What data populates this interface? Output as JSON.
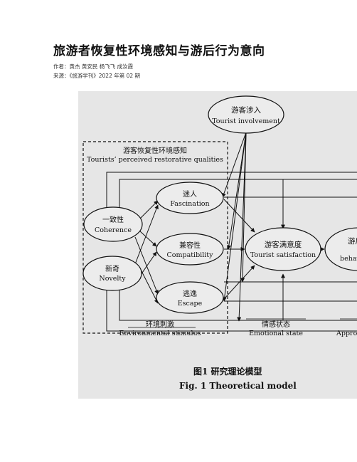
{
  "article": {
    "title": "旅游者恢复性环境感知与游后行为意向",
    "authors": "作者：黄杰 黄安民 杨飞飞 成汝霞",
    "source": "来源：《旅游学刊》2022 年第 02 期"
  },
  "figure": {
    "involvement": {
      "zh": "游客涉入",
      "en": "Tourist involvement"
    },
    "restorative_box": {
      "zh": "游客恢复性环境感知",
      "en": "Tourists’ perceived restorative qualities"
    },
    "nodes": {
      "coherence": {
        "zh": "一致性",
        "en": "Coherence"
      },
      "novelty": {
        "zh": "新奇",
        "en": "Novelty"
      },
      "fascination": {
        "zh": "迷人",
        "en": "Fascination"
      },
      "compatibility": {
        "zh": "兼容性",
        "en": "Compatibility"
      },
      "escape": {
        "zh": "逃逸",
        "en": "Escape"
      },
      "satisfaction": {
        "zh": "游客满意度",
        "en": "Tourist satisfaction"
      },
      "behavior": {
        "zh": "游后",
        "en": "behav"
      }
    },
    "stages": {
      "stimulus": {
        "zh": "环境刺激",
        "en": "Environmental stimulus"
      },
      "emotional": {
        "zh": "情感状态",
        "en": "Emotional state"
      },
      "approach": {
        "zh": "",
        "en": "Appro"
      }
    },
    "caption_zh": "图1   研究理论模型",
    "caption_en": "Fig. 1   Theoretical model"
  }
}
